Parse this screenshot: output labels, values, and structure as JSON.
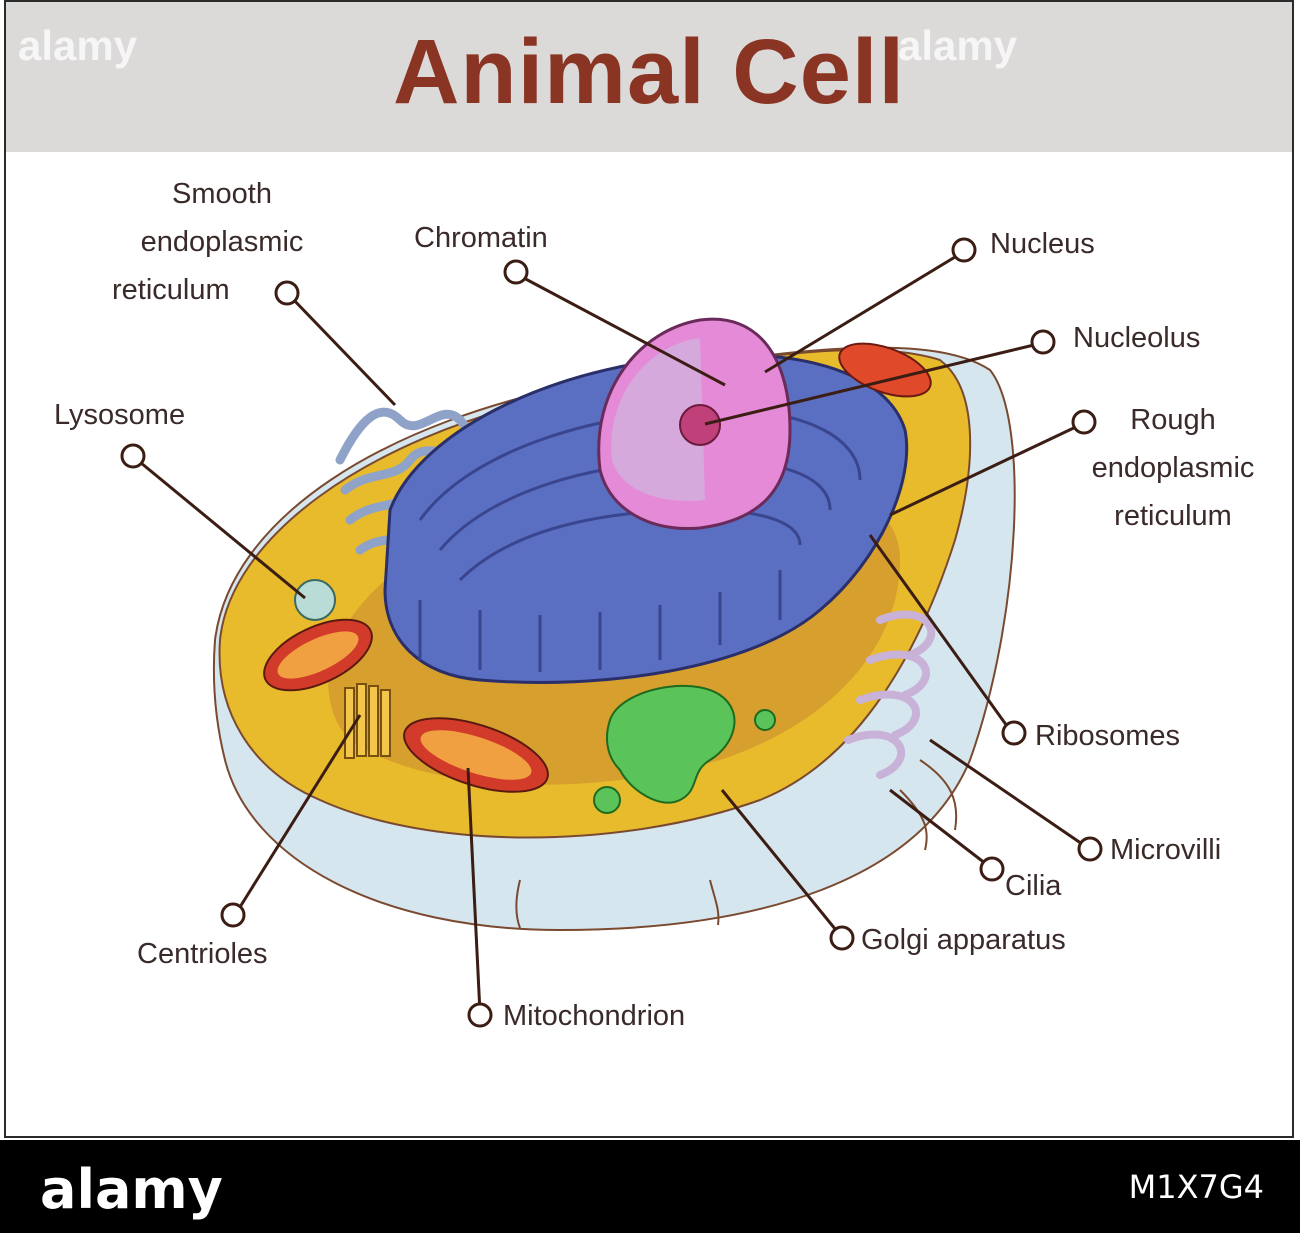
{
  "title": "Animal Cell",
  "watermark": "alamy",
  "labels": {
    "smooth_er_1": "Smooth",
    "smooth_er_2": "endoplasmic",
    "smooth_er_3": "reticulum",
    "chromatin": "Chromatin",
    "nucleus": "Nucleus",
    "nucleolus": "Nucleolus",
    "rough_er_1": "Rough",
    "rough_er_2": "endoplasmic",
    "rough_er_3": "reticulum",
    "lysosome": "Lysosome",
    "ribosomes": "Ribosomes",
    "microvilli": "Microvilli",
    "cilia": "Cilia",
    "golgi": "Golgi apparatus",
    "centrioles": "Centrioles",
    "mitochondrion": "Mitochondrion"
  },
  "footer": {
    "logo": "alamy",
    "image_code": "M1X7G4"
  },
  "colors": {
    "title": "#8a3524",
    "title_bar": "#dcd9d9",
    "cytoplasm": "#e6b829",
    "membrane": "#cfe0ea",
    "er": "#5a6fc2",
    "nucleus": "#e58bd6",
    "leader_line": "#3b1d14"
  }
}
